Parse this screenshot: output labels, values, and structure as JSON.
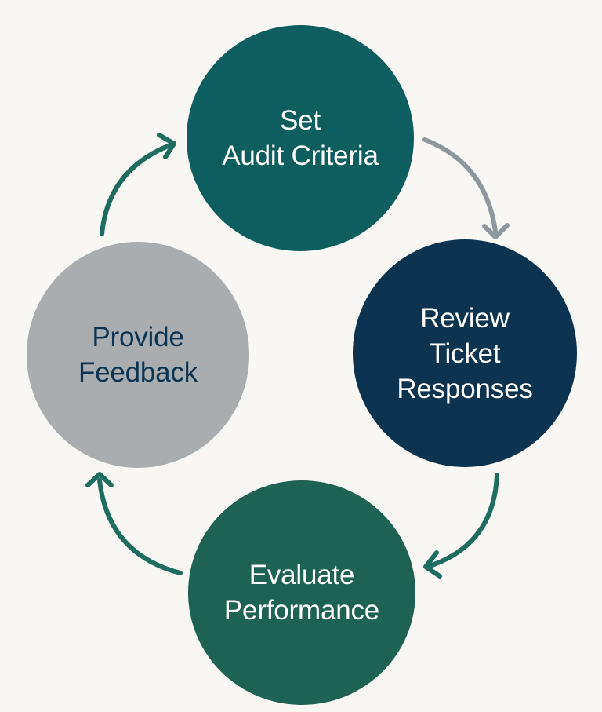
{
  "colors": {
    "background": "#f8f7f3",
    "set_criteria": "#0e5e60",
    "review_responses": "#0c3350",
    "evaluate_performance": "#1d6253",
    "provide_feedback": "#a9adb0",
    "light_text": "#ffffff",
    "dark_text": "#0c3350",
    "arrow_teal": "#1e6b5f",
    "arrow_gray": "#8e979d"
  },
  "nodes": {
    "set": {
      "line1": "Set",
      "line2": "Audit Criteria"
    },
    "review": {
      "line1": "Review",
      "line2": "Ticket",
      "line3": "Responses"
    },
    "evaluate": {
      "line1": "Evaluate",
      "line2": "Performance"
    },
    "feedback": {
      "line1": "Provide",
      "line2": "Feedback"
    }
  }
}
